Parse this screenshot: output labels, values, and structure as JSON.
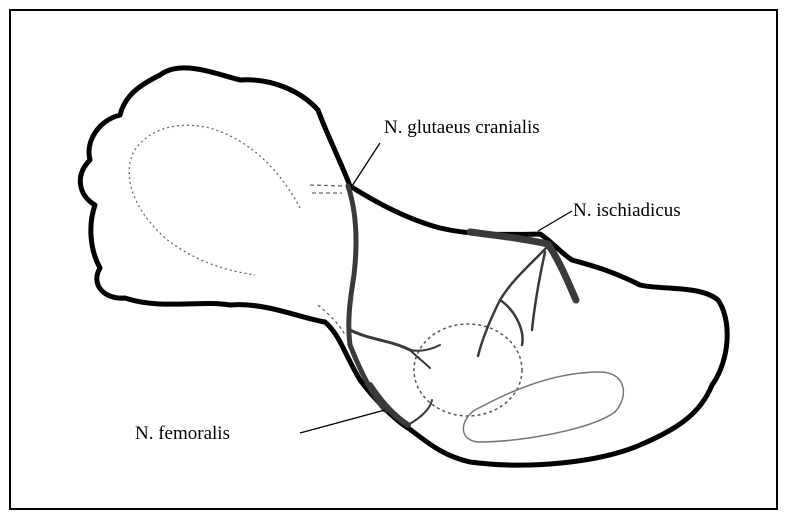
{
  "labels": {
    "glutaeus_cranialis": "N. glutaeus cranialis",
    "ischiadicus": "N. ischiadicus",
    "femoralis": "N. femoralis"
  },
  "colors": {
    "outline": "#000000",
    "nerve": "#3a3a3a",
    "background": "#ffffff"
  }
}
